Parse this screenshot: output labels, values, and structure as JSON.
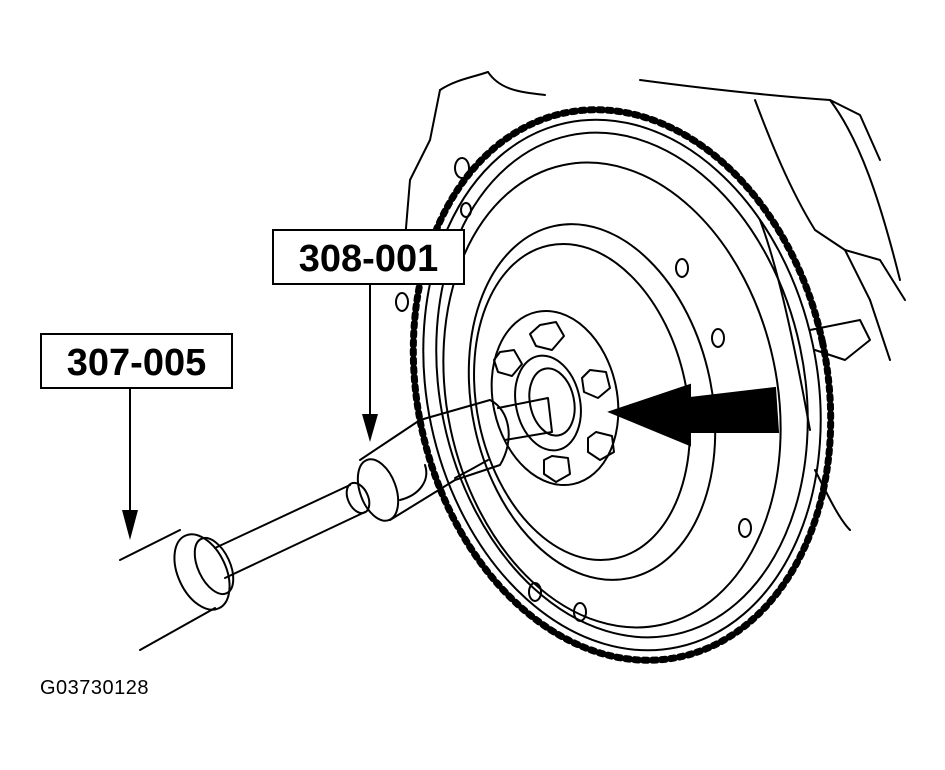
{
  "callouts": {
    "tool_308": "308-001",
    "tool_307": "307-005"
  },
  "figure_code": "G03730128",
  "colors": {
    "ink": "#000000",
    "paper": "#ffffff"
  }
}
